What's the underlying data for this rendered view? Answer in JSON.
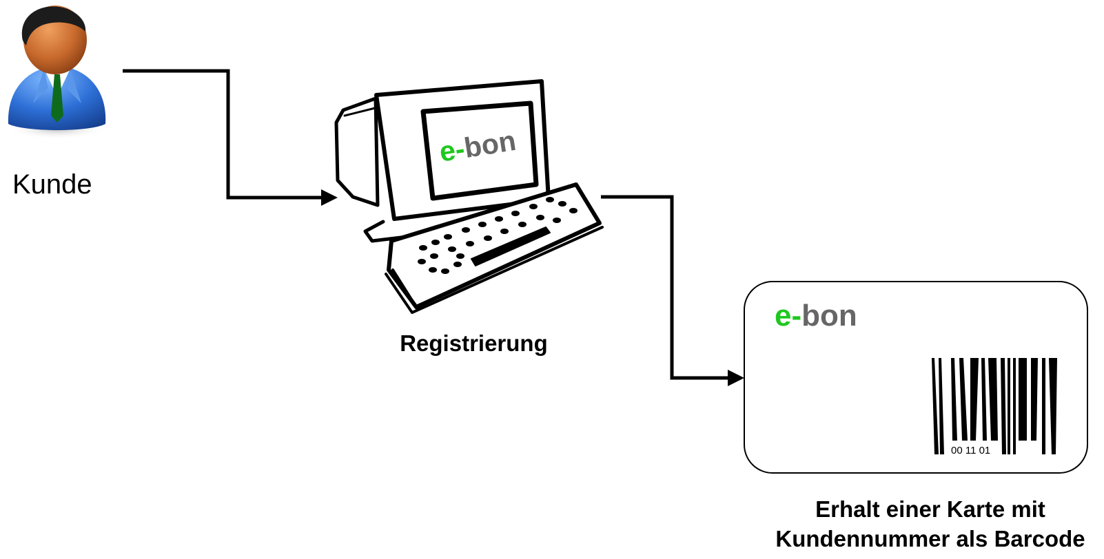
{
  "nodes": {
    "customer": {
      "label": "Kunde"
    },
    "registration": {
      "label": "Registrierung",
      "screen_brand": {
        "prefix": "e-",
        "name": "bon"
      }
    },
    "card": {
      "brand": {
        "prefix": "e-",
        "name": "bon"
      },
      "barcode_digits": "00 11 01",
      "label_line1": "Erhalt einer Karte mit",
      "label_line2": "Kundennummer als Barcode"
    }
  },
  "colors": {
    "brand_green": "#1ec81e",
    "brand_gray": "#666666",
    "line": "#000000"
  },
  "icons": {
    "customer": "user-icon",
    "computer": "computer-icon",
    "barcode": "barcode-icon"
  }
}
